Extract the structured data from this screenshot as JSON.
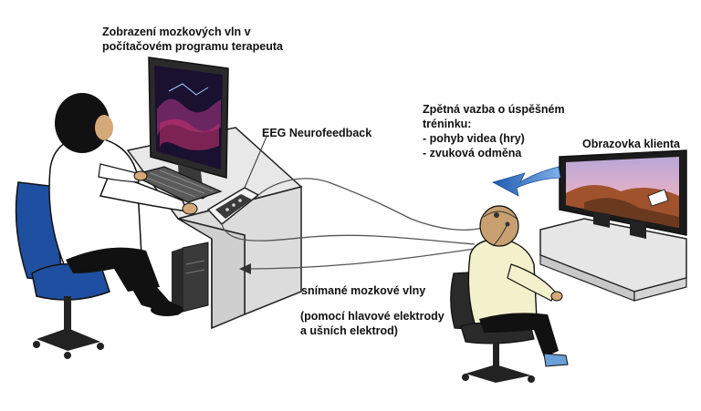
{
  "labels": {
    "therapist_monitor": [
      "Zobrazení mozkových vln v",
      "počítačovém programu terapeuta"
    ],
    "eeg_device": "EEG Neurofeedback",
    "feedback": [
      "Zpětná vazba o úspěšném",
      "tréninku:",
      "- pohyb videa (hry)",
      "- zvuková odměna"
    ],
    "client_screen": "Obrazovka klienta",
    "brainwaves": "snímané mozkové vlny",
    "electrodes_note": [
      "(pomocí hlavové elektrody",
      "a ušních elektrod)"
    ]
  },
  "colors": {
    "outline": "#222222",
    "therapist_shirt": "#ffffff",
    "client_shirt": "#f3f0cc",
    "chair_blue": "#1f4fa0",
    "desk_gray": "#e4e4e4",
    "screen_dark": "#1a1030",
    "arrow_blue": "#2f6fc0",
    "skin": "#c8a070"
  }
}
